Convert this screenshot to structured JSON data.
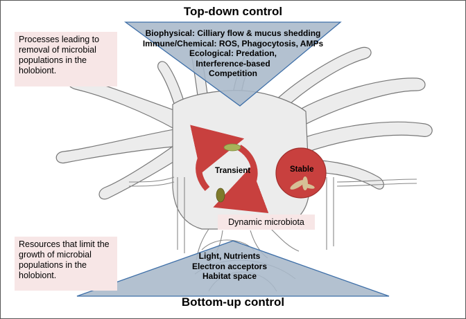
{
  "top_title": "Top-down control",
  "bottom_title": "Bottom-up control",
  "top_triangle_lines": [
    "Biophysical: Cilliary flow & mucus shedding",
    "Immune/Chemical: ROS, Phagocytosis, AMPs",
    "Ecological: Predation,",
    "Interference-based",
    "Competition"
  ],
  "bottom_triangle_lines": [
    "Light, Nutrients",
    "Electron acceptors",
    "Habitat space"
  ],
  "left_top_note": "Processes leading to removal of microbial populations in the holobiont.",
  "left_bottom_note": "Resources that limit the growth of microbial populations in the holobiont.",
  "circle_labels": {
    "transient": "Transient",
    "stable": "Stable"
  },
  "dynamic_label": "Dynamic microbiota",
  "colors": {
    "triangle_fill": "#a9b8c9",
    "triangle_stroke": "#3e6fa8",
    "circle_red": "#c8403e",
    "note_pink": "#f7e6e6",
    "microbe_green": "#a7b35a",
    "microbe_olive": "#7e7a2c",
    "microbe_tan": "#d6c096"
  }
}
